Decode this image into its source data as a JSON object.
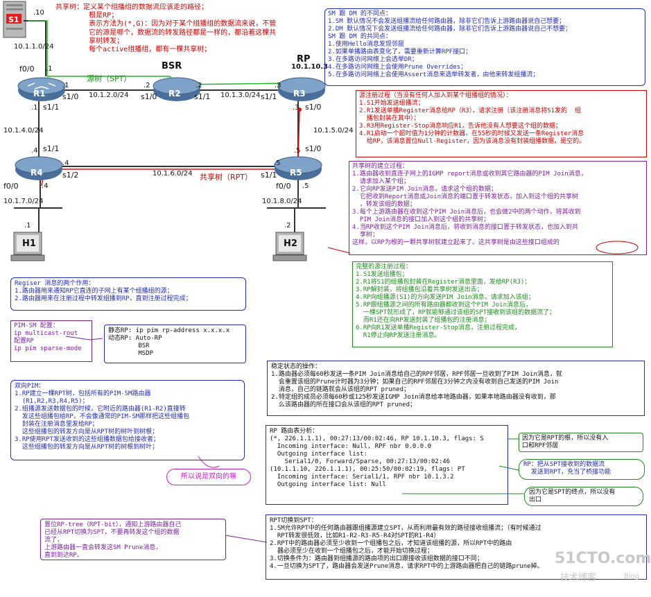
{
  "topology": {
    "server_label": "S1",
    "routers": {
      "r1": "R1",
      "r2": "R2",
      "r3": "R3",
      "r4": "R4",
      "r5": "R5"
    },
    "hosts": {
      "h1": "H1",
      "h2": "H2"
    },
    "bsr_label": "BSR",
    "rp_label": "RP",
    "rp_ip": "10.1.10.3",
    "source_tree_label": "源树（SPT）",
    "shared_tree_label": "共享树（RPT）",
    "networks": {
      "n1": "10.1.1.0/24",
      "n2": "10.1.2.0/24",
      "n3": "10.1.3.0/24",
      "n4": "10.1.4.0/24",
      "n5": "10.1.5.0/24",
      "n6": "10.1.6.0/24",
      "n7": "10.1.7.0/24",
      "n8": "10.1.8.0/24"
    },
    "ints": {
      "s1_ip": ".10",
      "r1_f0": "f0/0",
      "r1_f0_ip": ".1",
      "r1_s10": "s1/0",
      "r1_s10_ip": ".1",
      "r1_s11": "s1/1",
      "r1_s11_ip": ".1",
      "r2_s10": "s1/0",
      "r2_s10_ip": ".2",
      "r2_s11": "s1/1",
      "r2_s11_ip": ".2",
      "r3_s11": "s1/1",
      "r3_s11_ip": ".3",
      "r3_s10": "s1/0",
      "r3_s10_ip": ".3",
      "r4_s11": "s1/1",
      "r4_s11_ip": ".4",
      "r4_s12": "s1/2",
      "r4_s12_ip": ".4",
      "r4_f0": "f0/0",
      "r4_f0_ip": ".4",
      "r5_s10": "s1/0",
      "r5_s10_ip": ".5",
      "r5_s11": "s1/1",
      "r5_s11_ip": ".5",
      "r5_f0": "f0/0",
      "r5_f0_ip": ".5",
      "h1_ip": ".1",
      "h2_ip": ".2"
    }
  },
  "shared_tree_def": [
    "共享树：定义某个组播组的数据流应该走的路径；",
    "        根是RP；",
    "        表示方法为(*,G)：因为对于某个组播组的数据流来说，不管",
    "        它的源是哪个，数据流的转发路径都是一样的，都沿着这棵共",
    "        享树转发；",
    "        每个active组播组，都有一棵共享树；"
  ],
  "sm_dm": [
    "SM 跟 DM 的不同点：",
    "1.SM 默认情况不会发送组播流给任何路由器，除非它们告诉上游路由器说自己想要；",
    "2.DM 默认情况下会发送组播流给任何路由器，除非它们告诉上游路由器说自己不想要；",
    "SM 跟 DM 的共同点：",
    "1.使用Hello消息发现邻居",
    "2.如果单播路由表变化了，需要重新计算RPF接口；",
    "3.在多路访问网络上会选举DR；",
    "4.在多路访问网络上会使用Prune Overrides；",
    "5.在多路访问网络上会使用Assert消息来选举转发者，由他来转发组播流；"
  ],
  "source_register": [
    "源注册过程（当没有任何人加入到某个组播组的情况）：",
    "1.S1开始发送组播流；",
    "2.R1发送单播Register消息给RP（R3），请求注册（该注册消息将S1发的  组",
    "  播包封装在其中）；",
    "3.R3用Register-Stop消息响应R1，告诉他没有人想要这个组的数据；",
    "4.R1启动一个超时值为1分钟的计数器，在55秒的时候又发送一条Register消息",
    "  给RP，该消息置位Null-Register，因为该消息没有封装组播数据，是空的。"
  ],
  "shared_build": [
    "共享树的建立过程：",
    "1.路由器收到直连子网上的IGMP report消息或收到其它路由器的PIM Join消息，",
    "  请求加入某个组；",
    "2.它向RP发送PIM Join消息，请求这个组的数据；",
    "  它把收到Report消息或Join消息的端口置于转发状态，加入到这个组的共享树",
    "  ，转发该组的数据；",
    "3.每个上游路由器在收到这个PIM Join消息后，也会做2中的两个动作，将其收到",
    "  PIM Join消息的接口加入到这个组的共享树；",
    "4.当RP收到这个PIM Join消息后，将收到消息的接口置于转发状态，也加入到共",
    "  享树；",
    "这样，以RP为根的一颗共享树就建立起来了。这共享树是由这些接口组成的"
  ],
  "full_register": [
    "完整的源注册过程：",
    "1.S1发送组播包；",
    "2.R1将S1的组播包封装在Register消息里面，发给RP(R3)；",
    "3.RP解封装，将组播包沿着共享树发送出去；",
    "4.RP向组播源(S1)的方向发送PIM Join消息，请求加入该组；",
    "5.RP跟组播源之间的所有路由器都收到这个PIM Join消息后，",
    "  一棵SPT就形成了，RP就能够通过该组的SPT接收到该组的数据流了；",
    "  而R1还在向RP发送封装了组播包的注册消息；",
    "6.RP向R1发送单播Register-Stop消息，注册过程完成，",
    "  R1停止向RP发送注册消息。"
  ],
  "register_roles": [
    "Regiser 消息的两个作用：",
    "1.路由器用来通知RP它直连的子网上有某个组播组的源；",
    "2.路由器用来在注册过程中转发组播到RP，直到注册过程完成；"
  ],
  "pim_config": [
    "PIM-SM 配置：",
    "ip multicast-rout",
    "配置RP",
    "ip pim sparse-mode"
  ],
  "rp_config": [
    "静态RP: ip pim rp-address x.x.x.x",
    "动态RP: Auto-RP",
    "        BSR",
    "        MSDP"
  ],
  "steady": [
    "稳定状态的操作：",
    "1.路由器必须每60秒发送一条PIM Join消息给自己的RPF邻居，RPF邻居一旦收到了PIM Join消息，就",
    "  会重置该组的Prune计时器为3分钟；如果自己的RPF邻居在3分钟之内没有收到自己发送的PIM Join",
    "  消息，自己的链路就会从该组的RPT pruned；",
    "2.特定组的成员必须每60秒或125秒发送IGMP Join消息给本地路由器，如果本地路由器没有收到，那",
    "  么该路由器的所在接口会从该组的RPT pruned；"
  ],
  "bidir": [
    "双向PIM：",
    "1.RP建立一棵RPT树，包括所有的PIM-SM路由器",
    "  (R1,R2,R3,R4,R5)；",
    "2.组播源发送数据包的时候，它附近的路由器(R1-R2)直接转",
    "  发这些组播包给RP，不会像通常的PIM-SM那样把这些组播包",
    "  封装在注册消息里发给RP；",
    "  这些组播包的转发方向是从RPT树的树叶到树根；",
    "3.RP使用RPT发送收到的这些组播数据包给接收者；",
    "  这些组播包的转发方向是从RPT树的树根到树叶；"
  ],
  "bidir_note": "所以说是双向的嘛",
  "rp_route": [
    "RP 路由表分析：",
    "(*, 226.1.1.1), 00:27:13/00:02:46, RP 10.1.10.3, flags: S",
    "  Incoming interface: Null, RPF nbr 0.0.0.0",
    "  Outgoing interface list:",
    "    Serial1/0, Forward/Sparse, 00:27:13/00:02:46",
    "",
    "(10.1.1.10, 226.1.1.1), 00:25:50/00:02:19, flags: PT",
    "  Incoming interface: Serial1/1, RPF nbr 10.1.3.2",
    "  Outgoing interface list: Null"
  ],
  "note_root": [
    "因为它是RPT的根，所以没有入",
    "口和RPF邻居"
  ],
  "note_bridge": [
    "RP：把从SPT接收到的数据流",
    "  发送到RPT，充当了桥接功能"
  ],
  "note_end": [
    "因为它是SPT的终点，所以没有",
    "出口"
  ],
  "set_rp_bit": [
    "置位RP-tree（RPT-bit），通知上游路由器自己",
    "已经从RPT切换为SPT，不要再转发这个组的数据",
    "流了，",
    "上游路由器一直会转发这SM Prune消息，",
    "直到到达RP。"
  ],
  "rpt_switch": [
    "RPT切换到SPT：",
    "1.SM允许RPT中的任何路由器跟组播源建立SPT，从而利用最有效的路径接收组播流；（有时候通过",
    "  RPT转发很低效，比如R1-R2-R3-R5-R4对SPT的R1-R4）",
    "2.RPT中的路由器必须至少收到一个组播包之后，才知道该组播的源，所以RPT中的路由",
    "  器必须至少在收到一个组播包之后，才能开始切换过程；",
    "3.切换条件为：路由器到组播源的路由项的出口跟接收该组数据的接口不同；",
    "4.一旦切换为SPT了，路由器会发送Prune消息，请求RPT中的上游路由器把自己的链路prune掉。"
  ],
  "watermark": [
    "51CTO.com",
    "技术博客",
    "Blog"
  ]
}
